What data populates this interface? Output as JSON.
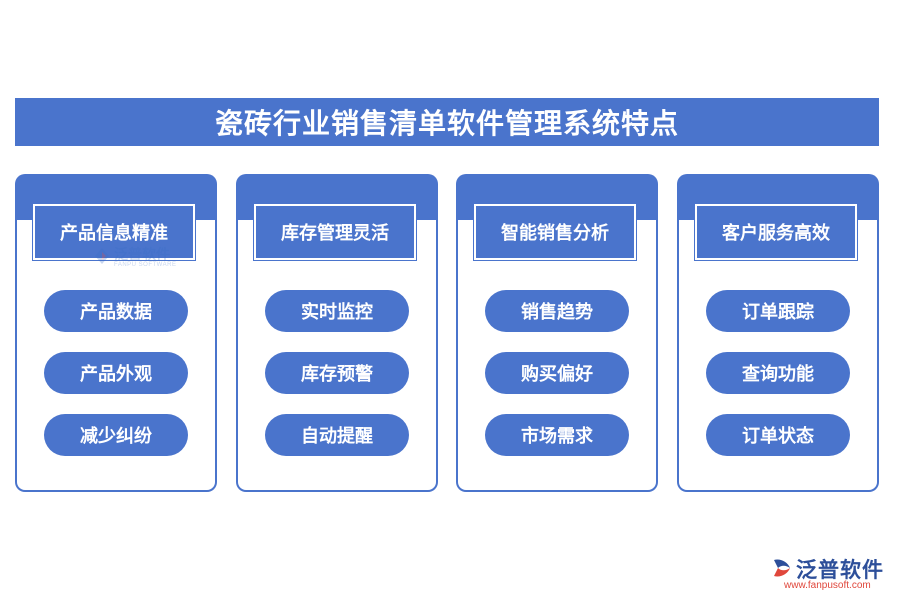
{
  "title": "瓷砖行业销售清单软件管理系统特点",
  "columns": [
    {
      "heading": "产品信息精准",
      "items": [
        "产品数据",
        "产品外观",
        "减少纠纷"
      ]
    },
    {
      "heading": "库存管理灵活",
      "items": [
        "实时监控",
        "库存预警",
        "自动提醒"
      ]
    },
    {
      "heading": "智能销售分析",
      "items": [
        "销售趋势",
        "购买偏好",
        "市场需求"
      ]
    },
    {
      "heading": "客户服务高效",
      "items": [
        "订单跟踪",
        "查询功能",
        "订单状态"
      ]
    }
  ],
  "watermark": {
    "text": "泛普软件",
    "sub": "FANPU SOFTWARE"
  },
  "logo": {
    "text": "泛普软件",
    "url": "www.fanpusoft.com"
  },
  "colors": {
    "primary": "#4a74cc",
    "logo_text": "#2d4f9a",
    "logo_url": "#e0473c"
  },
  "icons": [
    "fanpu-logo-icon"
  ]
}
